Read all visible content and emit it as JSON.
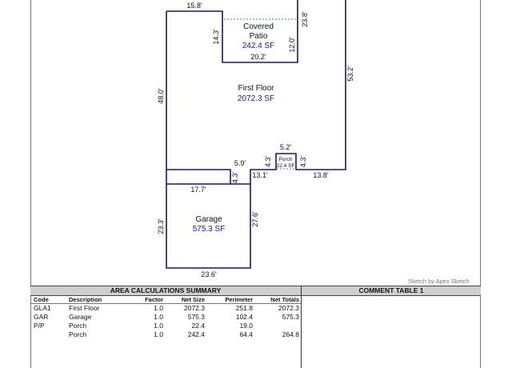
{
  "sketch": {
    "areas": {
      "first_floor": {
        "name": "First Floor",
        "size": "2072.3 SF"
      },
      "garage": {
        "name": "Garage",
        "size": "575.3 SF"
      },
      "covered_patio": {
        "name_line1": "Covered",
        "name_line2": "Patio",
        "size": "242.4 SF"
      },
      "porch": {
        "name": "Porch",
        "size": "22.4 SF"
      }
    },
    "dimensions": {
      "top_left": "15.8'",
      "right_upper": "23.8'",
      "patio_left": "14.3'",
      "patio_right": "12.0'",
      "patio_bottom": "20.2'",
      "right_side": "53.2'",
      "left_side": "48.0'",
      "porch_top": "5.2'",
      "porch_left": "4.3'",
      "porch_right": "4.3'",
      "step_top": "5.9'",
      "step_side": "4.3'",
      "step_bottom": "13.1'",
      "bottom_right": "13.8'",
      "garage_top": "17.7'",
      "garage_left": "23.3'",
      "garage_right": "27.6'",
      "garage_bottom": "23.6'"
    },
    "credit": "Sketch by Apex Sketch"
  },
  "area_table": {
    "title": "AREA CALCULATIONS SUMMARY",
    "headers": {
      "code": "Code",
      "description": "Description",
      "factor": "Factor",
      "net_size": "Net Size",
      "perimeter": "Perimeter",
      "net_totals": "Net Totals"
    },
    "rows": [
      {
        "code": "GLA1",
        "description": "First Floor",
        "factor": "1.0",
        "net_size": "2072.3",
        "perimeter": "251.8",
        "net_totals": "2072.3"
      },
      {
        "code": "GAR",
        "description": "Garage",
        "factor": "1.0",
        "net_size": "575.3",
        "perimeter": "102.4",
        "net_totals": "575.3"
      },
      {
        "code": "P/P",
        "description": "Porch",
        "factor": "1.0",
        "net_size": "22.4",
        "perimeter": "19.0",
        "net_totals": ""
      },
      {
        "code": "",
        "description": "Porch",
        "factor": "1.0",
        "net_size": "242.4",
        "perimeter": "64.4",
        "net_totals": "264.8"
      }
    ]
  },
  "comment_table": {
    "title": "COMMENT TABLE 1"
  }
}
